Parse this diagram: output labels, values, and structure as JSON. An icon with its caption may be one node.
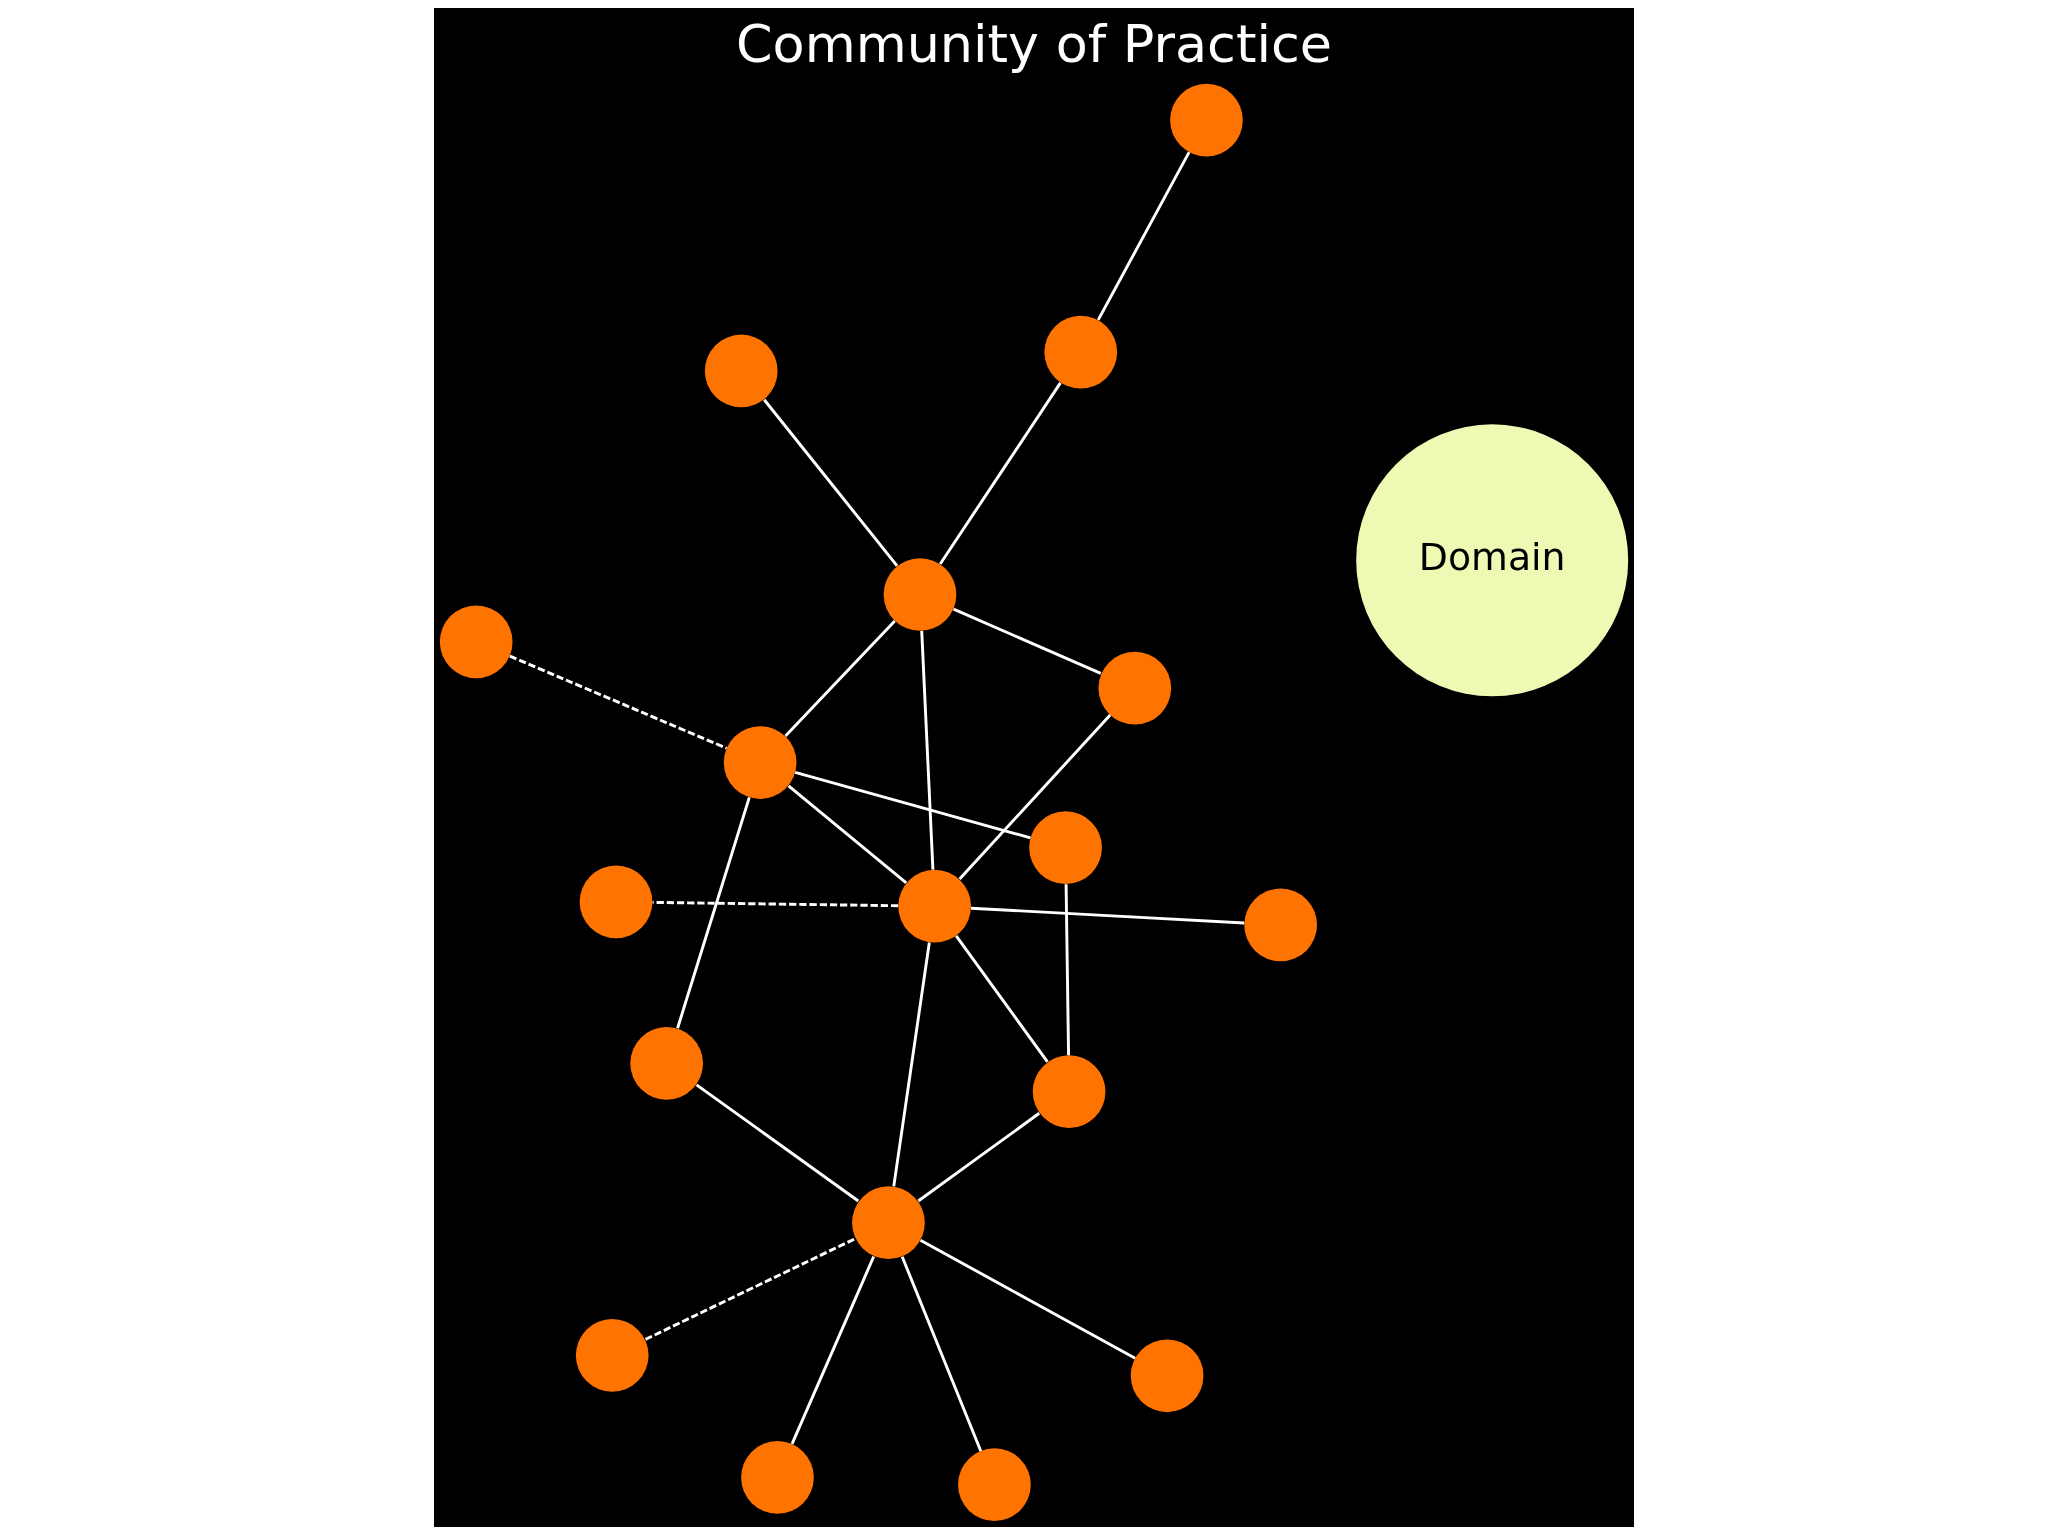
{
  "diagram": {
    "title": "Community of Practice",
    "nodes": [
      {
        "text": [
          "Domain"
        ]
      },
      {
        "text": [],
        "shape": "circle"
      },
      {
        "text": [],
        "shape": "circle"
      },
      {
        "text": [],
        "shape": "circle"
      },
      {
        "text": [],
        "shape": "circle"
      },
      {
        "text": [],
        "shape": "circle"
      },
      {
        "text": [],
        "shape": "circle"
      },
      {
        "text": [],
        "shape": "circle"
      },
      {
        "text": [],
        "shape": "circle"
      },
      {
        "text": [],
        "shape": "circle"
      },
      {
        "text": [],
        "shape": "circle"
      },
      {
        "text": [],
        "shape": "circle"
      },
      {
        "text": [],
        "shape": "circle"
      },
      {
        "text": [],
        "shape": "circle"
      },
      {
        "text": [],
        "shape": "circle"
      },
      {
        "text": [],
        "shape": "circle"
      },
      {
        "text": [],
        "shape": "circle"
      },
      {
        "text": [],
        "shape": "circle"
      },
      {
        "text": [],
        "shape": "circle"
      }
    ],
    "edges": [
      {
        "from": 4,
        "to": 5,
        "arrow": "none"
      },
      {
        "from": 6,
        "to": 8,
        "arrow": "none"
      },
      {
        "from": 2,
        "to": 8,
        "arrow": "none"
      },
      {
        "from": 3,
        "to": 8,
        "arrow": "none"
      },
      {
        "from": 1,
        "to": 8,
        "arrow": "none",
        "style": "dashed"
      },
      {
        "from": 8,
        "to": 7,
        "arrow": "none"
      },
      {
        "from": 8,
        "to": 11,
        "arrow": "none"
      },
      {
        "from": 8,
        "to": 13,
        "arrow": "none"
      },
      {
        "from": 4,
        "to": 15,
        "arrow": "none"
      },
      {
        "from": 6,
        "to": 10,
        "arrow": "none"
      },
      {
        "from": 9,
        "to": 10,
        "arrow": "none",
        "style": "dashed"
      },
      {
        "from": 10,
        "to": 13,
        "arrow": "none"
      },
      {
        "from": 10,
        "to": 14,
        "arrow": "none"
      },
      {
        "from": 10,
        "to": 15,
        "arrow": "none"
      },
      {
        "from": 12,
        "to": 15,
        "arrow": "none"
      },
      {
        "from": 14,
        "to": 11,
        "arrow": "none"
      },
      {
        "from": 11,
        "to": 13,
        "arrow": "none"
      },
      {
        "from": 15,
        "to": 13,
        "arrow": "none"
      },
      {
        "from": 13,
        "to": 17,
        "arrow": "none"
      },
      {
        "from": 13,
        "to": 16,
        "arrow": "none"
      },
      {
        "from": 13,
        "to": 18,
        "arrow": "none",
        "style": "dashed"
      },
      {
        "from": 15,
        "to": 17,
        "arrow": "none"
      }
    ]
  }
}
